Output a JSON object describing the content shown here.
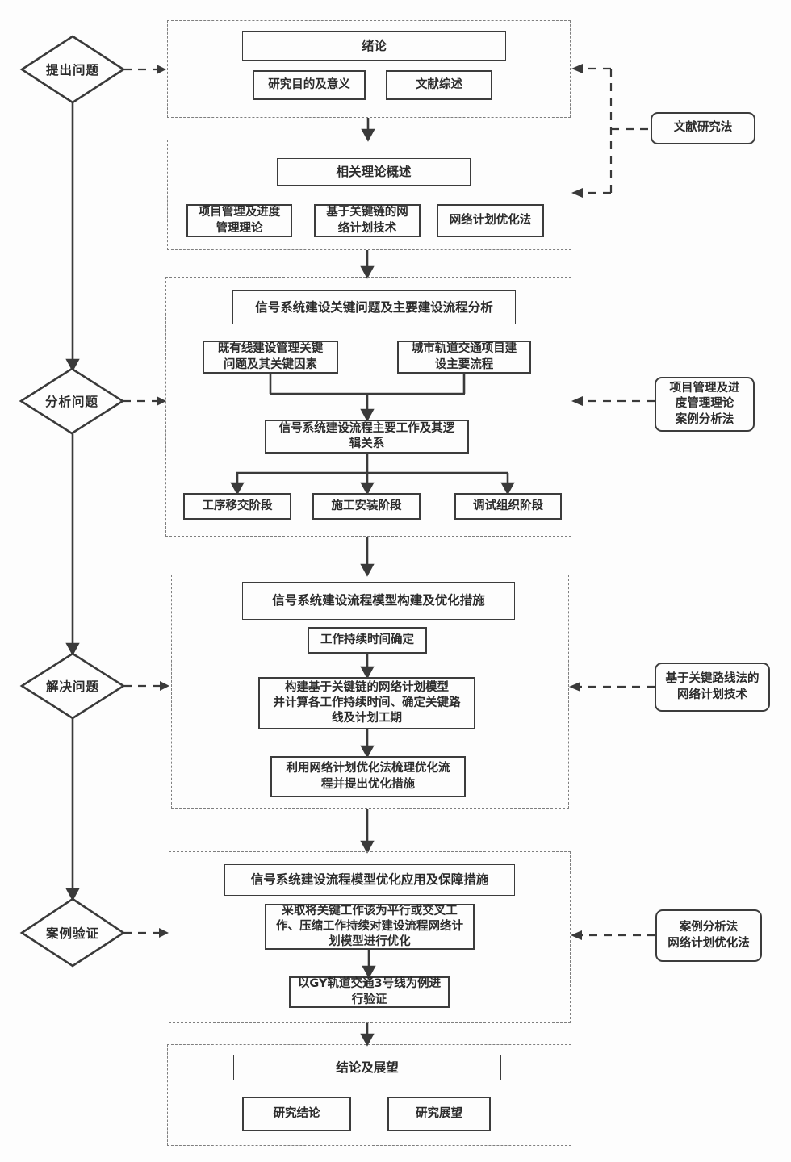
{
  "diamonds": {
    "d1": "提出问题",
    "d2": "分析问题",
    "d3": "解决问题",
    "d4": "案例验证"
  },
  "sections": {
    "s1": {
      "title": "绪论",
      "b1": "研究目的及意义",
      "b2": "文献综述"
    },
    "s2": {
      "title": "相关理论概述",
      "b1": "项目管理及进度\n管理理论",
      "b2": "基于关键链的网\n络计划技术",
      "b3": "网络计划优化法"
    },
    "s3": {
      "title": "信号系统建设关键问题及主要建设流程分析",
      "b1": "既有线建设管理关键\n问题及其关键因素",
      "b2": "城市轨道交通项目建\n设主要流程",
      "b3": "信号系统建设流程主要工作及其逻\n辑关系",
      "b4": "工序移交阶段",
      "b5": "施工安装阶段",
      "b6": "调试组织阶段"
    },
    "s4": {
      "title": "信号系统建设流程模型构建及优化措施",
      "b1": "工作持续时间确定",
      "b2": "构建基于关键链的网络计划模型\n并计算各工作持续时间、确定关键路\n线及计划工期",
      "b3": "利用网络计划优化法梳理优化流\n程并提出优化措施"
    },
    "s5": {
      "title": "信号系统建设流程模型优化应用及保障措施",
      "b1": "采取将关键工作该为平行或交叉工\n作、压缩工作持续对建设流程网络计\n划模型进行优化",
      "b2": "以GY轨道交通3号线为例进\n行验证"
    },
    "s6": {
      "title": "结论及展望",
      "b1": "研究结论",
      "b2": "研究展望"
    }
  },
  "methods": {
    "m1": "文献研究法",
    "m2": "项目管理及进\n度管理理论\n案例分析法",
    "m3": "基于关键路线法的\n网络计划技术",
    "m4": "案例分析法\n网络计划优化法"
  },
  "colors": {
    "line": "#3a3a3a",
    "dashed_box_border": "#7f7f7f",
    "text": "#2b2b2b",
    "background": "#fdfdfd"
  }
}
